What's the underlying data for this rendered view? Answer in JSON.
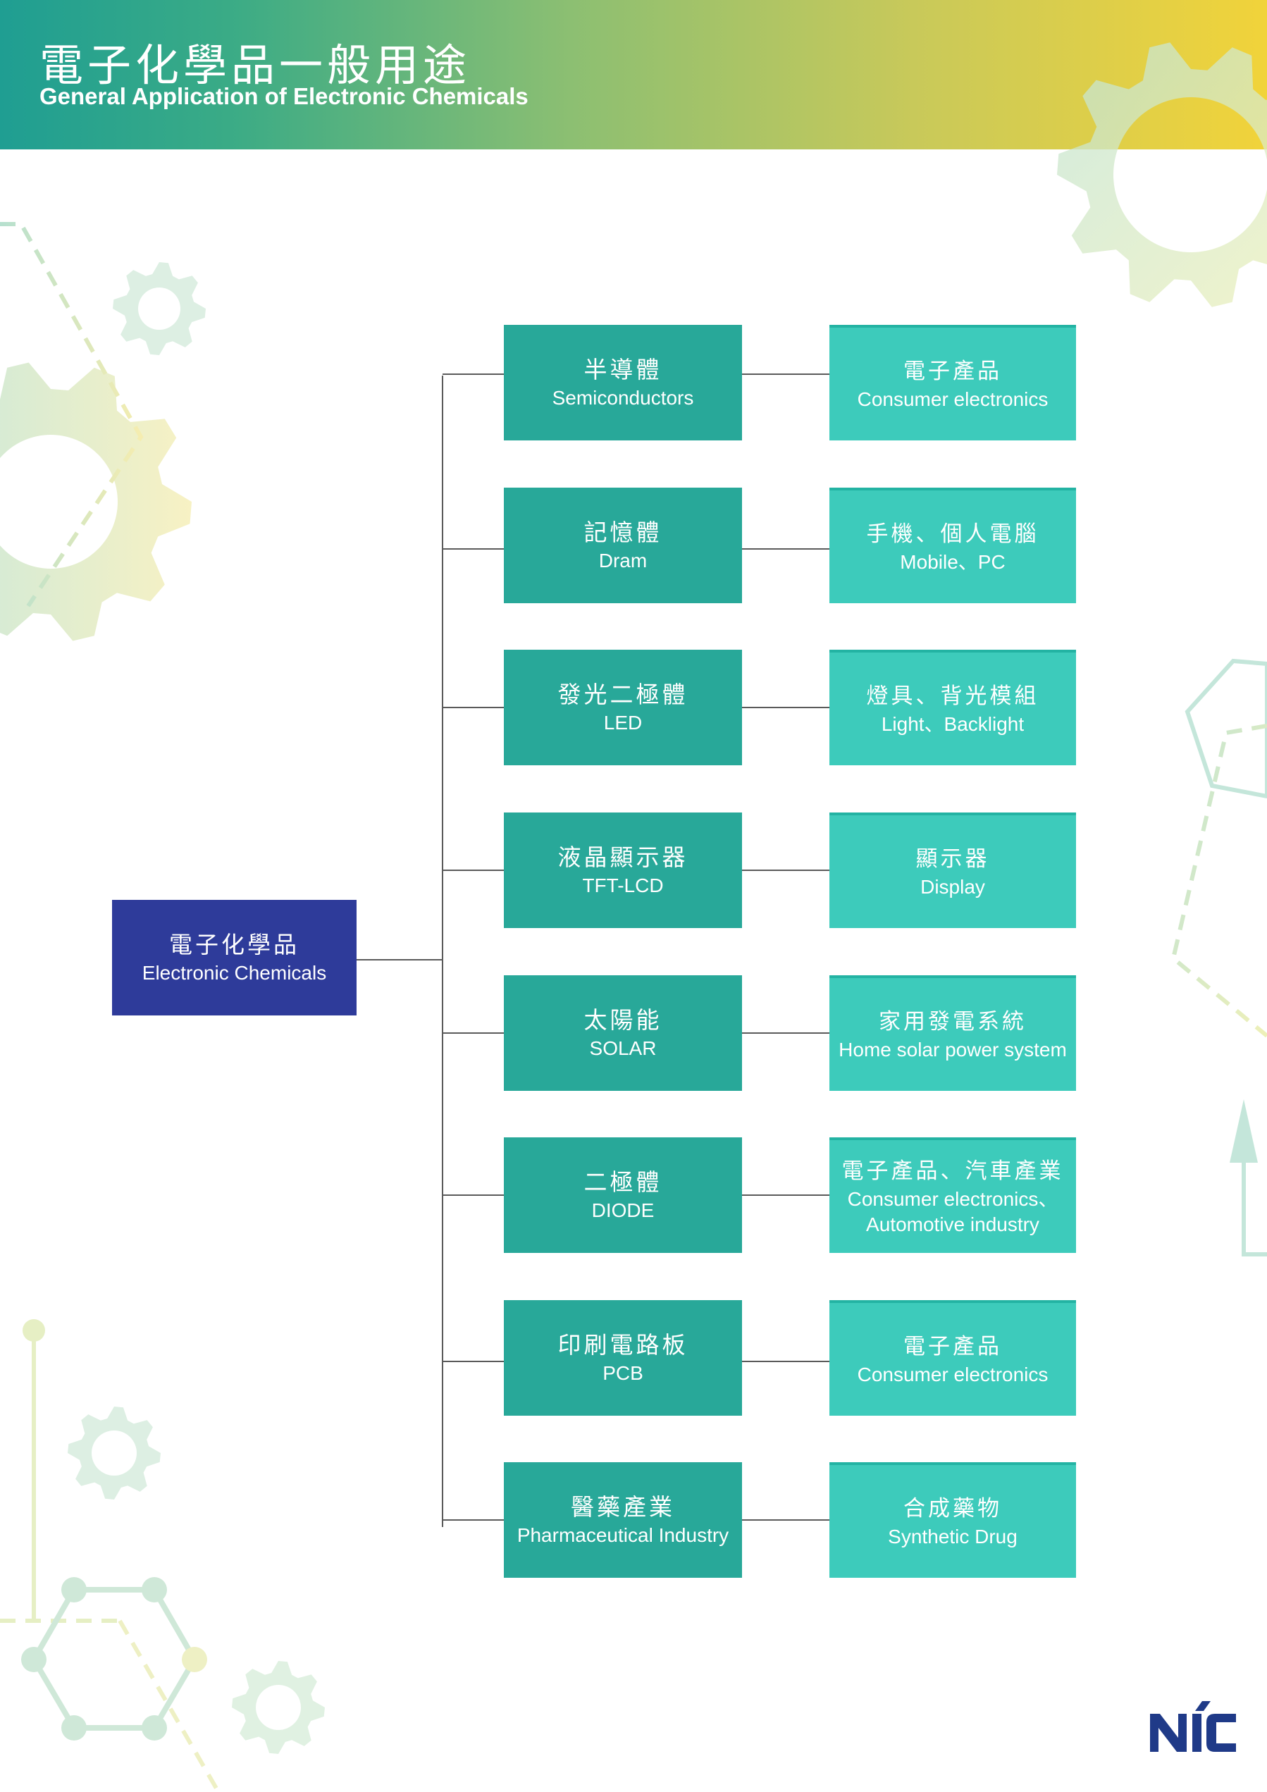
{
  "header": {
    "title_zh": "電子化學品一般用途",
    "title_en": "General Application of Electronic Chemicals"
  },
  "root": {
    "zh": "電子化學品",
    "en": "Electronic Chemicals"
  },
  "rows": [
    {
      "mid_zh": "半導體",
      "mid_en": "Semiconductors",
      "right_zh": "電子產品",
      "right_en": "Consumer electronics",
      "right_en2": ""
    },
    {
      "mid_zh": "記憶體",
      "mid_en": "Dram",
      "right_zh": "手機、個人電腦",
      "right_en": "Mobile、PC",
      "right_en2": ""
    },
    {
      "mid_zh": "發光二極體",
      "mid_en": "LED",
      "right_zh": "燈具、背光模組",
      "right_en": "Light、Backlight",
      "right_en2": ""
    },
    {
      "mid_zh": "液晶顯示器",
      "mid_en": "TFT-LCD",
      "right_zh": "顯示器",
      "right_en": "Display",
      "right_en2": ""
    },
    {
      "mid_zh": "太陽能",
      "mid_en": "SOLAR",
      "right_zh": "家用發電系統",
      "right_en": "Home solar power system",
      "right_en2": ""
    },
    {
      "mid_zh": "二極體",
      "mid_en": "DIODE",
      "right_zh": "電子產品、汽車產業",
      "right_en": "Consumer electronics、",
      "right_en2": "Automotive industry"
    },
    {
      "mid_zh": "印刷電路板",
      "mid_en": "PCB",
      "right_zh": "電子產品",
      "right_en": "Consumer electronics",
      "right_en2": ""
    },
    {
      "mid_zh": "醫藥產業",
      "mid_en": "Pharmaceutical Industry",
      "right_zh": "合成藥物",
      "right_en": "Synthetic Drug",
      "right_en2": ""
    }
  ],
  "colors": {
    "root": "#2e3b9a",
    "category": "#28a899",
    "application": "#3dcbbb",
    "connector": "#5a5a5a"
  },
  "logo": {
    "icon": "nic-logo-icon",
    "text": "NIC"
  }
}
